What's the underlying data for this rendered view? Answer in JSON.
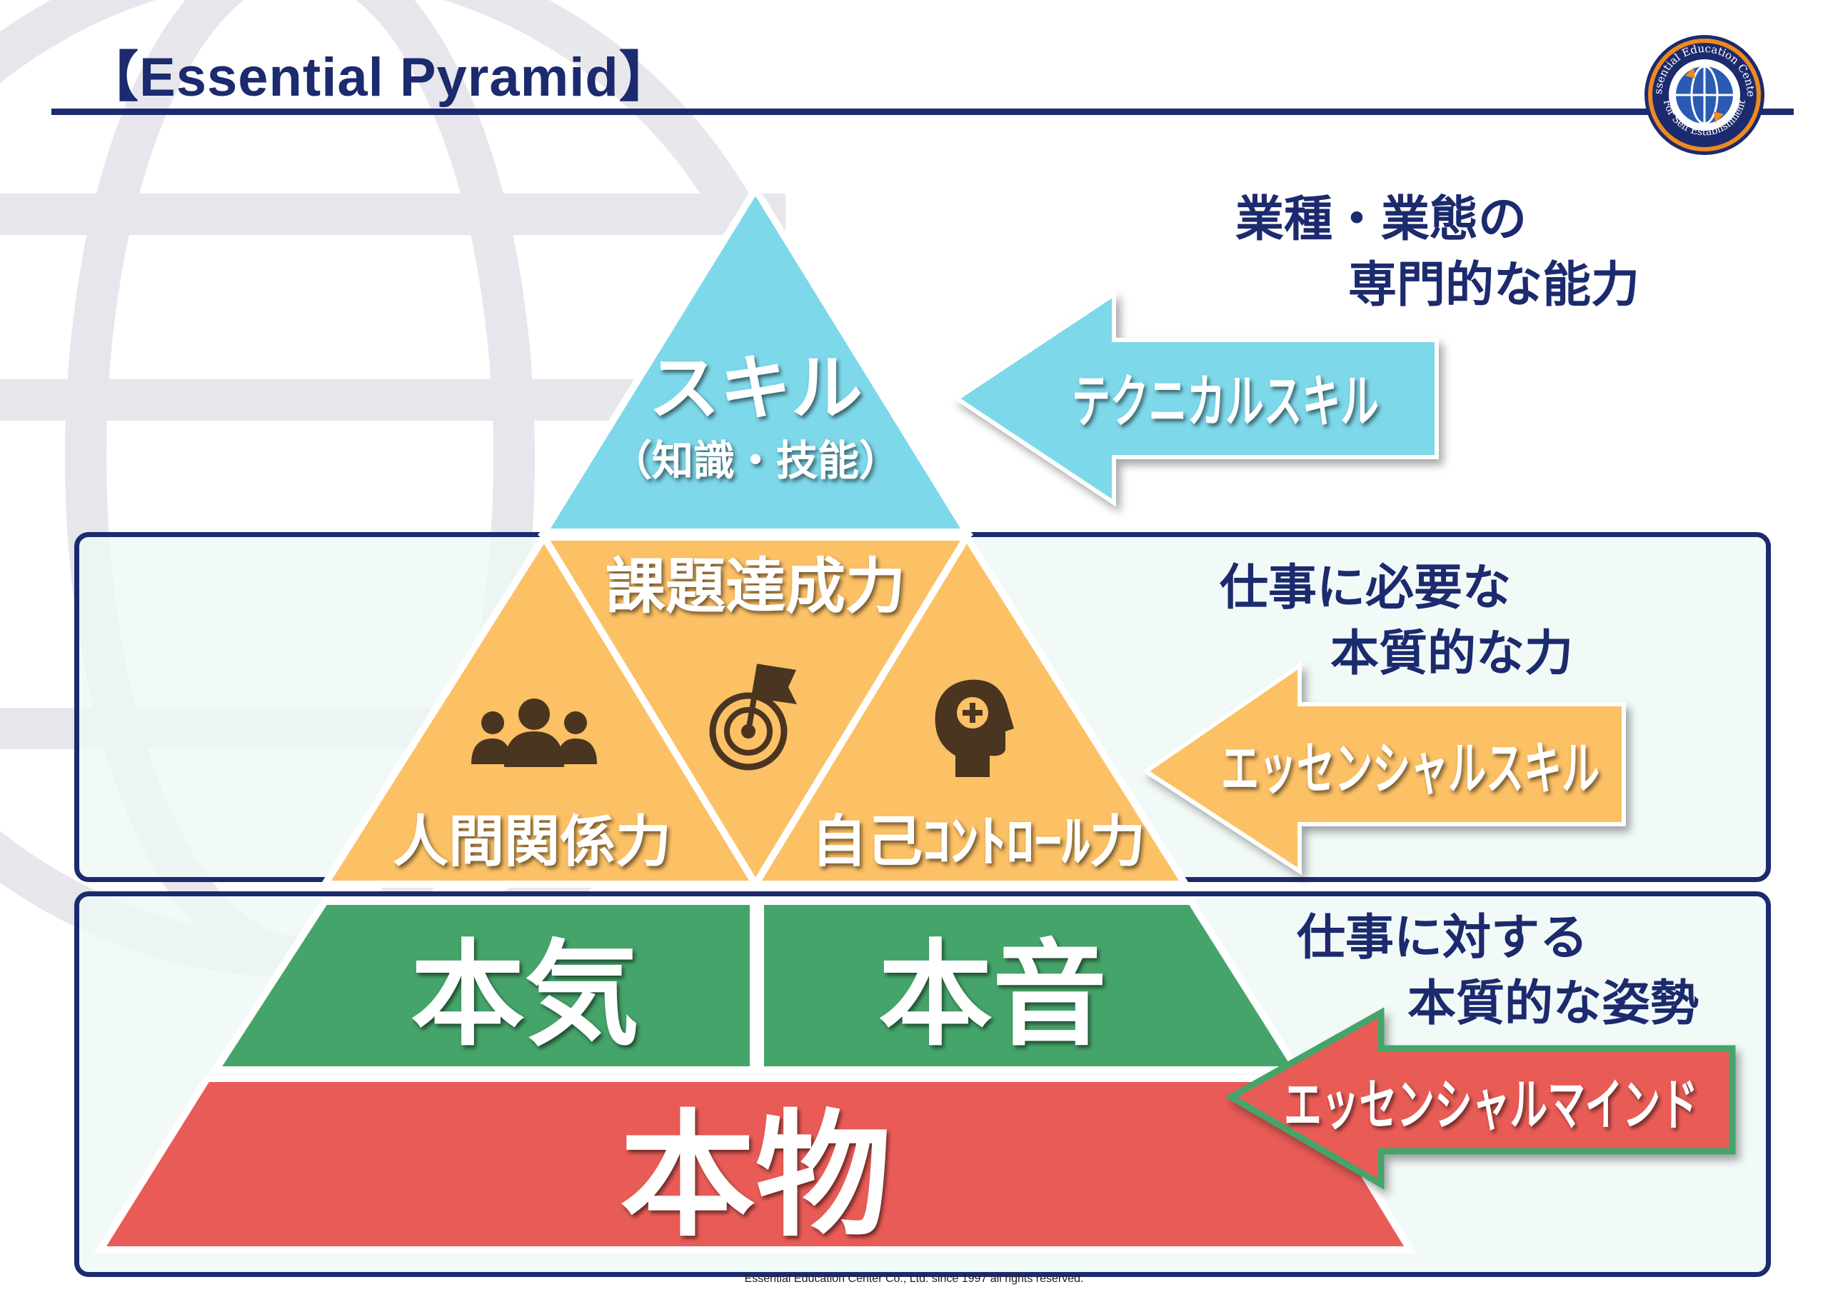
{
  "header": {
    "title": "【Essential Pyramid】"
  },
  "logo": {
    "top_text": "Essential Education Center",
    "bottom_text": "For Self Establishment"
  },
  "pyramid": {
    "top": {
      "title": "スキル",
      "subtitle": "（知識・技能）",
      "color": "#7dd8ea"
    },
    "middle": {
      "center_label": "課題達成力",
      "left_label": "人間関係力",
      "right_label": "自己ｺﾝﾄﾛｰﾙ力",
      "color": "#fcc065",
      "icons": [
        "people-icon",
        "target-flag-icon",
        "head-plus-icon"
      ]
    },
    "lower": {
      "left_label": "本気",
      "right_label": "本音",
      "color": "#45a46a"
    },
    "base": {
      "label": "本物",
      "color": "#e95b56"
    }
  },
  "levels": [
    {
      "arrow_text": "テクニカルスキル",
      "desc_lines": [
        "業種・業態の",
        "専門的な能力"
      ],
      "arrow_color": "#7dd8ea"
    },
    {
      "arrow_text": "エッセンシャルスキル",
      "desc_lines": [
        "仕事に必要な",
        "本質的な力"
      ],
      "arrow_color": "#fcc065"
    },
    {
      "arrow_text": "エッセンシャルマインド",
      "desc_lines": [
        "仕事に対する",
        "本質的な姿勢"
      ],
      "arrow_color": "#e95b56",
      "arrow_border": "#45a46a"
    }
  ],
  "footer": "Essential Education Center Co., Ltd. since 1997 all rights reserved."
}
